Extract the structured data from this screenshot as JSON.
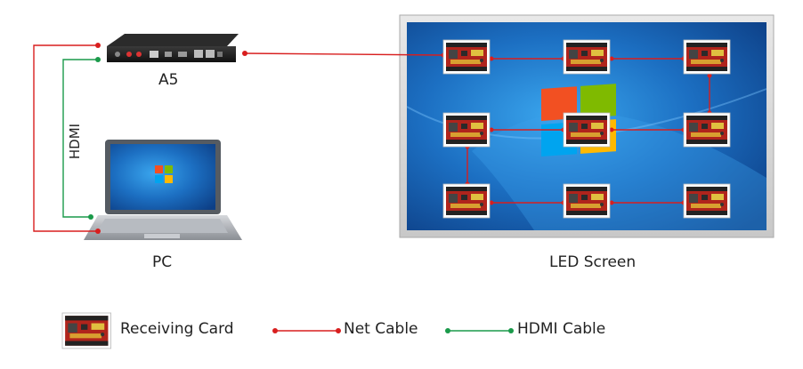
{
  "devices": {
    "controller_label": "A5",
    "pc_label": "PC",
    "screen_label": "LED Screen",
    "hdmi_label": "HDMI"
  },
  "legend": {
    "receiving_card": "Receiving Card",
    "net_cable": "Net Cable",
    "hdmi_cable": "HDMI Cable"
  },
  "colors": {
    "net_cable": "#d81e1e",
    "hdmi_cable": "#1a9a4a",
    "card_red": "#c0281e",
    "screen_blue": "#1e6fc0"
  }
}
